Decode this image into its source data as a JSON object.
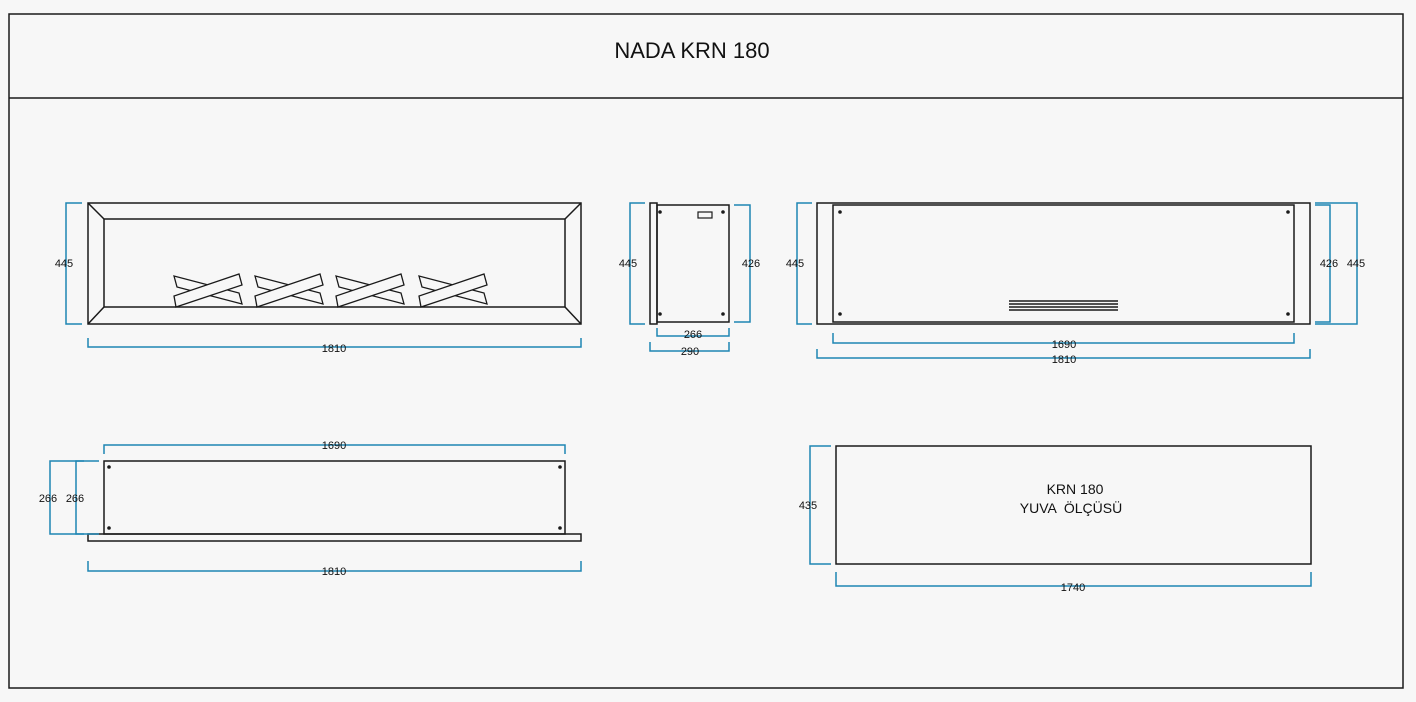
{
  "title": "NADA KRN 180",
  "colors": {
    "outline": "#1a1a1a",
    "dimension": "#1f86b3",
    "background": "#f7f7f7"
  },
  "front_view": {
    "height": "445",
    "width": "1810"
  },
  "side_view": {
    "height_outer": "445",
    "height_inner": "426",
    "depth_inner": "266",
    "depth_outer": "290"
  },
  "back_view": {
    "height_left": "445",
    "height_inner": "426",
    "height_outer": "445",
    "width_inner": "1690",
    "width_outer": "1810"
  },
  "top_view": {
    "width_top": "1690",
    "depth_outer": "266",
    "depth_inner": "266",
    "width_bottom": "1810"
  },
  "niche": {
    "label_line1": "KRN 180",
    "label_line2": "YUVA  ÖLÇÜSÜ",
    "height": "435",
    "width": "1740"
  }
}
